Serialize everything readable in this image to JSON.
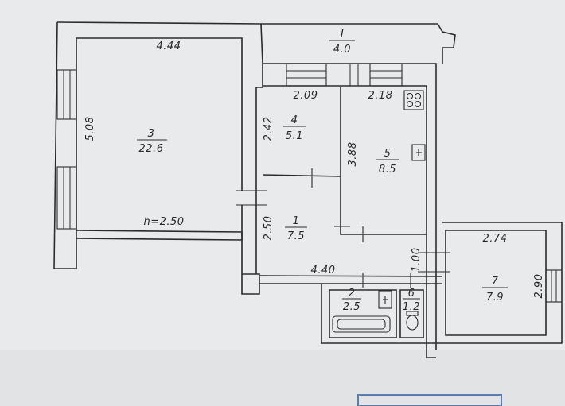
{
  "plan": {
    "rooms": [
      {
        "id": "I",
        "area": "4.0"
      },
      {
        "id": "3",
        "area": "22.6"
      },
      {
        "id": "4",
        "area": "5.1"
      },
      {
        "id": "5",
        "area": "8.5"
      },
      {
        "id": "1",
        "area": "7.5"
      },
      {
        "id": "2",
        "area": "2.5"
      },
      {
        "id": "6",
        "area": "1.2"
      },
      {
        "id": "7",
        "area": "7.9"
      }
    ],
    "dimensions": {
      "room3_width": "4.44",
      "room3_depth": "5.08",
      "ceiling_height": "h=2.50",
      "room4_width": "2.09",
      "room4_depth": "2.42",
      "room5_width": "2.18",
      "room5_depth": "3.88",
      "room1_depth": "2.50",
      "corridor_length": "4.40",
      "passage_width": "1.00",
      "room7_width": "2.74",
      "room7_depth": "2.90"
    }
  }
}
